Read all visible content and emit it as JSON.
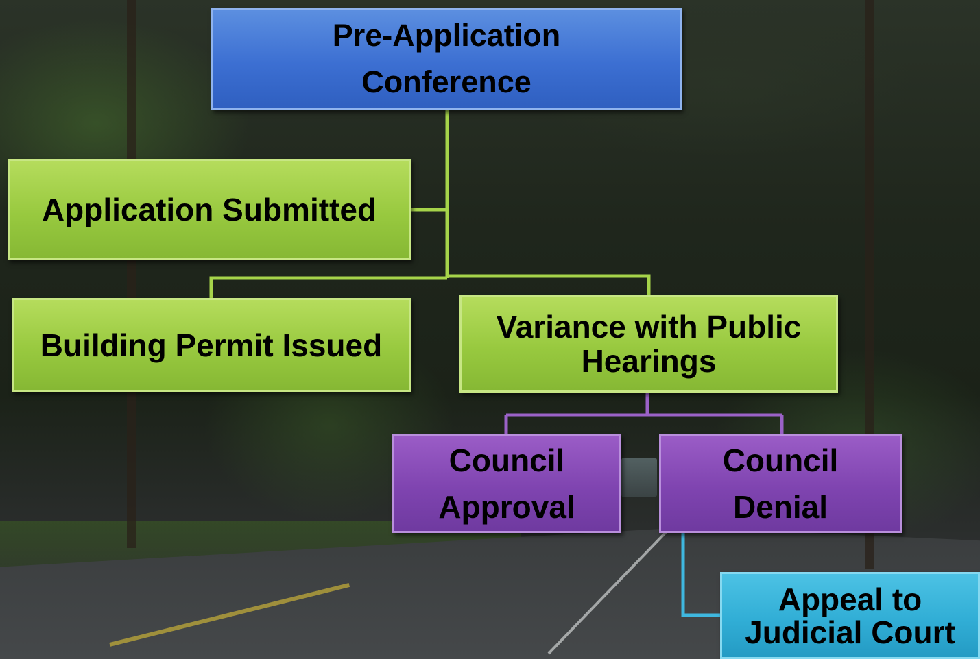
{
  "nodes": {
    "pre_application": "Pre-Application\nConference",
    "application_submitted": "Application Submitted",
    "building_permit": "Building Permit Issued",
    "variance": "Variance with Public\nHearings",
    "council_approval": "Council\nApproval",
    "council_denial": "Council\nDenial",
    "appeal": "Appeal to\nJudicial Court"
  },
  "colors": {
    "blue": "#3c6fd2",
    "green": "#98c93f",
    "purple": "#7f44b0",
    "cyan": "#31aed6",
    "green_line": "#a6d44a",
    "purple_line": "#9b62c8",
    "cyan_line": "#3fb8e0"
  }
}
